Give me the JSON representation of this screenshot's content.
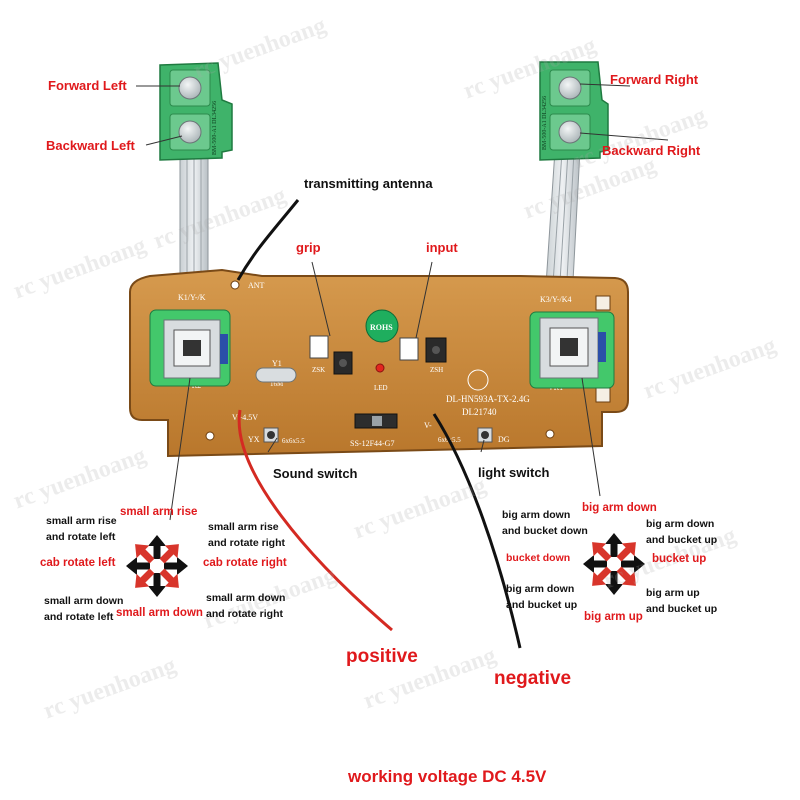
{
  "watermark": "rc yuenhoang",
  "labels": {
    "forward_left": "Forward Left",
    "backward_left": "Backward Left",
    "forward_right": "Forward Right",
    "backward_right": "Backward Right",
    "antenna": "transmitting antenna",
    "grip": "grip",
    "input": "input",
    "sound_switch": "Sound switch",
    "light_switch": "light switch",
    "positive": "positive",
    "negative": "negative",
    "working_voltage": "working voltage DC 4.5V"
  },
  "left_joystick": {
    "up": "small arm rise",
    "up_left": "small arm rise\nand rotate left",
    "up_right": "small arm rise\nand rotate right",
    "left": "cab rotate left",
    "right": "cab rotate right",
    "down": "small arm down",
    "down_left": "small arm down\nand rotate left",
    "down_right": "small arm down\nand rotate right"
  },
  "right_joystick": {
    "up": "big arm down",
    "up_left": "big arm down\nand bucket down",
    "up_right": "big arm down\nand bucket up",
    "left": "bucket down",
    "right": "bucket up",
    "down": "big arm up",
    "down_left": "big arm down\nand bucket up",
    "down_right": "big arm up\nand bucket up"
  },
  "board": {
    "ant": "ANT",
    "left_conn": "K1/Y-/K",
    "right_conn": "K3/Y-/K4",
    "vr2": "VR2",
    "vr1": "VR1",
    "y1": "Y1",
    "freq": "16M",
    "rohs": "ROHS",
    "led": "LED",
    "zsk": "ZSK",
    "zsh": "ZSH",
    "model": "DL-HN593A-TX-2.4G",
    "code": "DL21740",
    "vplus": "V+4.5V",
    "vminus": "V-",
    "yx": "YX",
    "dg": "DG",
    "sw1": "6x6x5.5",
    "sw2": "6x6x5.5",
    "slide": "SS-12F44-G7",
    "flex_left": "BM-500-A1 DL34256",
    "flex_right": "BM-500-A1 DL34256"
  }
}
